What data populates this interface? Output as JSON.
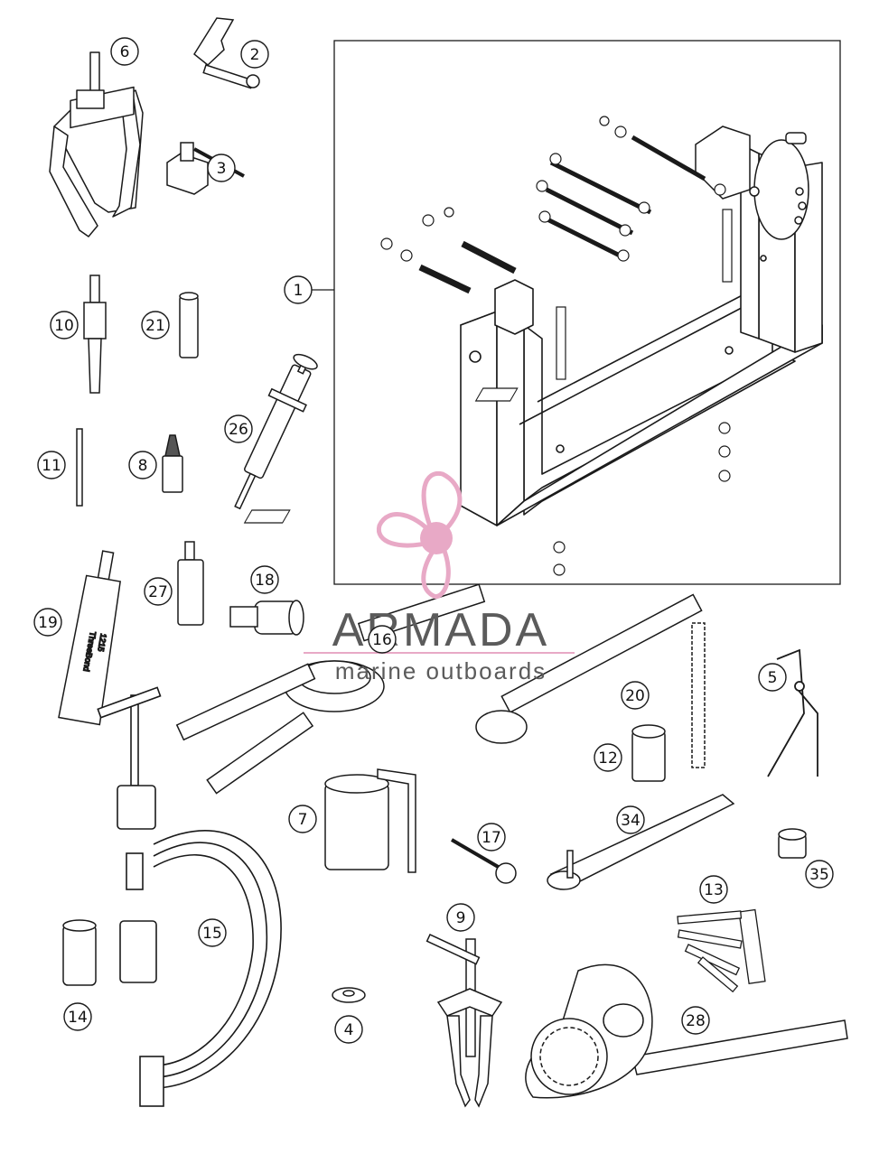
{
  "diagram": {
    "callouts": [
      "1",
      "2",
      "3",
      "4",
      "5",
      "6",
      "7",
      "8",
      "9",
      "10",
      "11",
      "12",
      "13",
      "14",
      "15",
      "16",
      "17",
      "18",
      "19",
      "20",
      "21",
      "26",
      "27",
      "28",
      "34",
      "35"
    ],
    "watermark": {
      "title": "ARMADA",
      "subtitle": "marine outboards",
      "title_color": "#5b5b5b",
      "accent_color": "#e8a9c6"
    },
    "tube_label": "ThreeBond",
    "tube_code": "1215",
    "line_color": "#1a1a1a"
  }
}
